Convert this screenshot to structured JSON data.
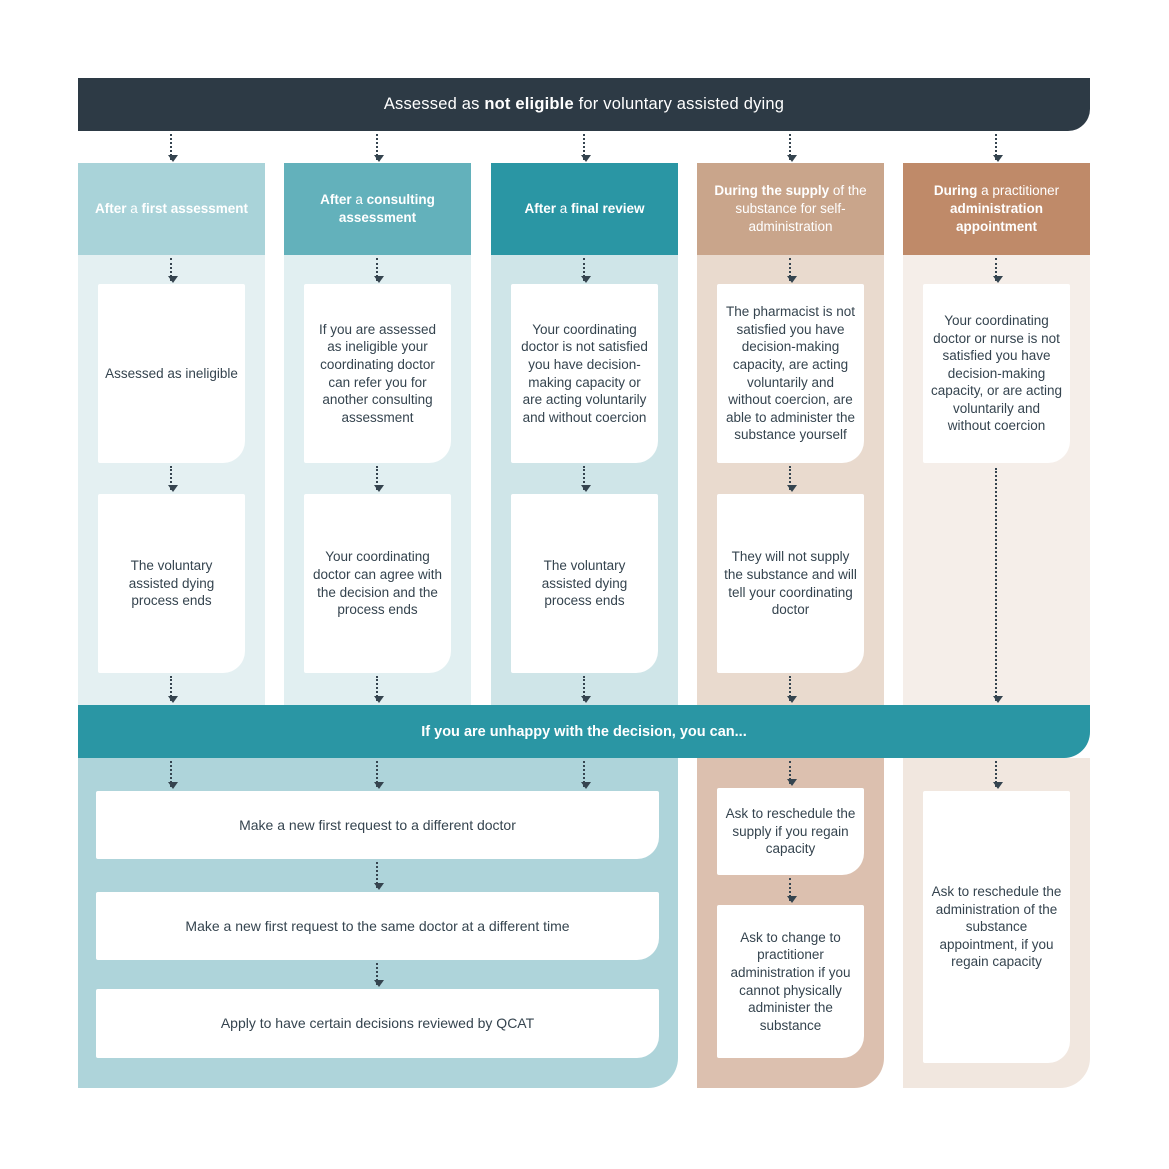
{
  "page": {
    "title_parts": [
      {
        "text": "Assessed as ",
        "bold": false
      },
      {
        "text": "not eligible",
        "bold": true
      },
      {
        "text": " for voluntary assisted dying",
        "bold": false
      }
    ],
    "band_label": "If you are unhappy with the decision, you can...",
    "colors": {
      "header_bar": "#2d3a45",
      "band": "#2a96a4",
      "column_headers": [
        "#a9d3d9",
        "#63b1bb",
        "#2a96a4",
        "#c9a58b",
        "#bf8a69"
      ],
      "column_bodies": [
        "#e4f0f2",
        "#e1eff1",
        "#cfe5e8",
        "#e9dace",
        "#f5eee9"
      ],
      "shared_panel": "#aed4da",
      "column4_lower": "#dcc0af",
      "column5_lower": "#f1e7df",
      "text_dark": "#35444f"
    }
  },
  "columns": [
    {
      "header_parts": [
        {
          "text": "After ",
          "bold": true
        },
        {
          "text": "a ",
          "bold": false
        },
        {
          "text": "first assessment",
          "bold": true
        }
      ],
      "boxes": [
        "Assessed as ineligible",
        "The voluntary assisted dying process ends"
      ],
      "after_boxes": []
    },
    {
      "header_parts": [
        {
          "text": "After ",
          "bold": true
        },
        {
          "text": "a ",
          "bold": false
        },
        {
          "text": "consulting assessment",
          "bold": true
        }
      ],
      "boxes": [
        "If you are assessed as ineligible your coordinating doctor can refer you for another consulting assessment",
        "Your coordinating doctor can agree with the decision and the process ends"
      ],
      "after_boxes": []
    },
    {
      "header_parts": [
        {
          "text": "After ",
          "bold": true
        },
        {
          "text": "a ",
          "bold": false
        },
        {
          "text": "final review",
          "bold": true
        }
      ],
      "boxes": [
        "Your coordinating doctor is not satisfied you have decision-making capacity or are acting voluntarily and without coercion",
        "The voluntary assisted dying process ends"
      ],
      "after_boxes": []
    },
    {
      "header_parts": [
        {
          "text": "During the supply",
          "bold": true
        },
        {
          "text": " of the substance for self-administration",
          "bold": false
        }
      ],
      "boxes": [
        "The pharmacist is not satisfied you have decision-making capacity, are acting voluntarily and without coercion, are able to administer the substance yourself",
        "They will not supply the substance and will tell your coordinating doctor"
      ],
      "after_boxes": [
        "Ask to reschedule the supply if you regain capacity",
        "Ask to change to practitioner administration if you cannot physically administer the substance"
      ]
    },
    {
      "header_parts": [
        {
          "text": "During",
          "bold": true
        },
        {
          "text": " a practitioner ",
          "bold": false
        },
        {
          "text": "administration appointment",
          "bold": true
        }
      ],
      "boxes": [
        "Your coordinating doctor or nurse is not satisfied you have decision-making capacity, or are acting voluntarily and without coercion"
      ],
      "after_boxes": [
        "Ask to reschedule the administration of the substance appointment, if you regain capacity"
      ]
    }
  ],
  "shared_actions": [
    "Make a new first request to a different doctor",
    "Make a new first request to the same doctor at a different time",
    "Apply to have certain decisions reviewed by QCAT"
  ]
}
